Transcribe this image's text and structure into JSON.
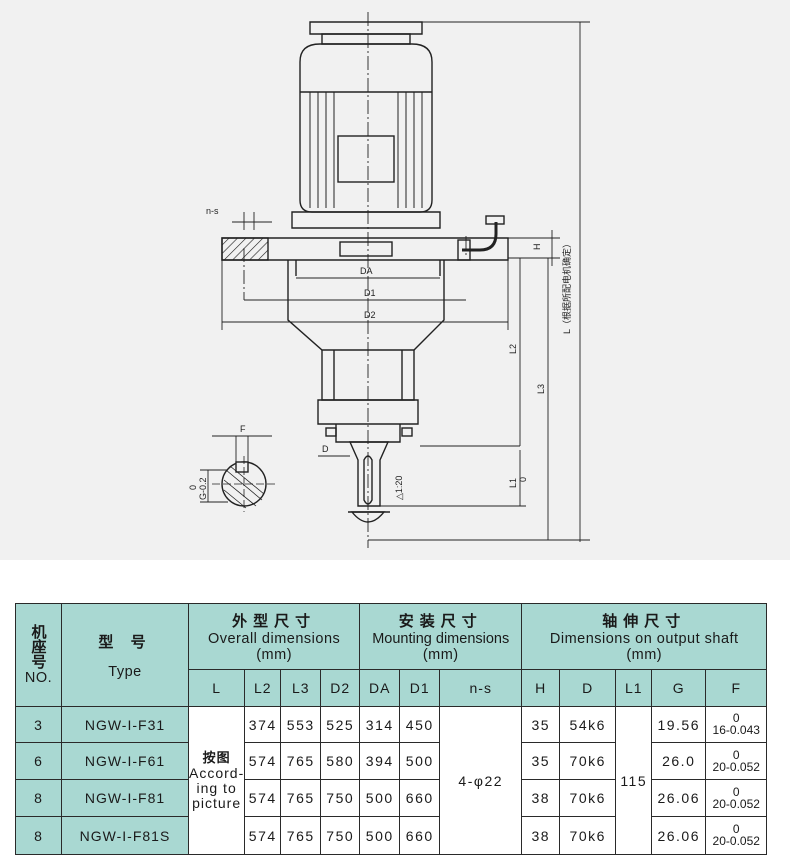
{
  "drawing": {
    "labels": {
      "n_s": "n-s",
      "DA": "DA",
      "D1": "D1",
      "D2": "D2",
      "F": "F",
      "D": "D",
      "H": "H",
      "L1": "L1",
      "L1_sub": "0",
      "L2": "L2",
      "L3": "L3",
      "G": "G-0.2",
      "G_sup": "0",
      "taper": "△1:20",
      "L_overall": "L（根据所配电机确定）"
    }
  },
  "table": {
    "header": {
      "no_cn": "机座号",
      "no_en": "NO.",
      "type_cn": "型  号",
      "type_en": "Type",
      "overall_cn": "外型尺寸",
      "overall_en": "Overall dimensions",
      "overall_unit": "(mm)",
      "mount_cn": "安装尺寸",
      "mount_en": "Mounting dimensions",
      "mount_unit": "(mm)",
      "shaft_cn": "轴伸尺寸",
      "shaft_en": "Dimensions on output shaft",
      "shaft_unit": "(mm)",
      "cols": {
        "L": "L",
        "L2": "L2",
        "L3": "L3",
        "D2": "D2",
        "DA": "DA",
        "D1": "D1",
        "ns": "n-s",
        "H": "H",
        "D": "D",
        "L1": "L1",
        "G": "G",
        "F": "F"
      }
    },
    "L_note_cn": "按图",
    "L_note_en1": "Accord-",
    "L_note_en2": "ing to",
    "L_note_en3": "picture",
    "ns_value": "4-φ22",
    "L1_value": "115",
    "rows": [
      {
        "no": "3",
        "type": "NGW-I-F31",
        "L2": "374",
        "L3": "553",
        "D2": "525",
        "DA": "314",
        "D1": "450",
        "H": "35",
        "D": "54k6",
        "G": "19.56",
        "F_sup": "0",
        "F_sub": "16-0.043"
      },
      {
        "no": "6",
        "type": "NGW-I-F61",
        "L2": "574",
        "L3": "765",
        "D2": "580",
        "DA": "394",
        "D1": "500",
        "H": "35",
        "D": "70k6",
        "G": "26.0",
        "F_sup": "0",
        "F_sub": "20-0.052"
      },
      {
        "no": "8",
        "type": "NGW-I-F81",
        "L2": "574",
        "L3": "765",
        "D2": "750",
        "DA": "500",
        "D1": "660",
        "H": "38",
        "D": "70k6",
        "G": "26.06",
        "F_sup": "0",
        "F_sub": "20-0.052"
      },
      {
        "no": "8",
        "type": "NGW-I-F81S",
        "L2": "574",
        "L3": "765",
        "D2": "750",
        "DA": "500",
        "D1": "660",
        "H": "38",
        "D": "70k6",
        "G": "26.06",
        "F_sup": "0",
        "F_sub": "20-0.052"
      }
    ]
  }
}
